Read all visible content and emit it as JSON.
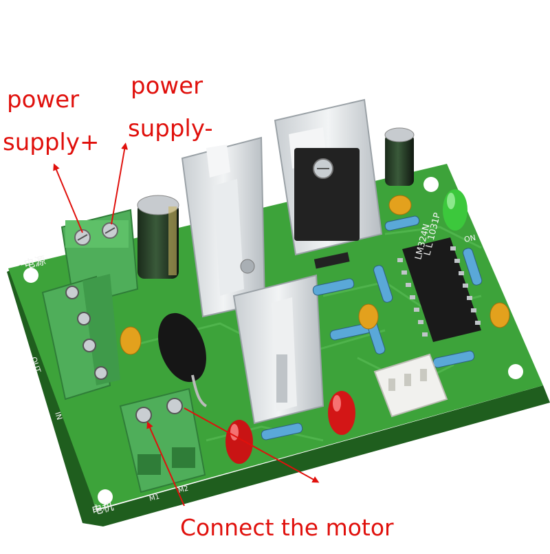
{
  "labels": {
    "power_plus_line1": "power",
    "power_plus_line2": "supply+",
    "power_minus_line1": "power",
    "power_minus_line2": "supply-",
    "motor": "Connect the motor"
  },
  "board_markings": {
    "power": "电源",
    "motor": "电机",
    "out": "OUT",
    "in": "IN",
    "on": "ON",
    "m1": "M1",
    "m2": "M2",
    "chip_line1": "L L 1031P",
    "chip_line2": "LM324N"
  },
  "colors": {
    "annotation": "#e0100c",
    "pcb": "#3da33a",
    "pcb_dark": "#2c7f2a",
    "terminal": "#4fae5a",
    "heatsink": "#d9dde0"
  },
  "icons": {
    "arrow": "annotation-arrow"
  }
}
